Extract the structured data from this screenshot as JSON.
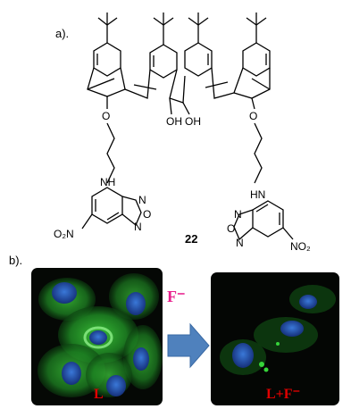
{
  "panel_a_label": "a).",
  "panel_b_label": "b).",
  "compound_number": "22",
  "atoms": {
    "oh": "OH",
    "o": "O",
    "nh": "NH",
    "hn": "HN",
    "n": "N",
    "o_ring": "O",
    "no2_left": "O₂N",
    "no2_right": "NO₂"
  },
  "image_before_label": "L",
  "image_after_label": "L+F⁻",
  "anion_label": "F⁻",
  "colors": {
    "label_red": "#e00000",
    "anion_magenta": "#e81e8c",
    "arrow_blue": "#4f81bd",
    "cell_green": "#2f9e2a",
    "nucleus_blue": "#1f3fa0"
  }
}
